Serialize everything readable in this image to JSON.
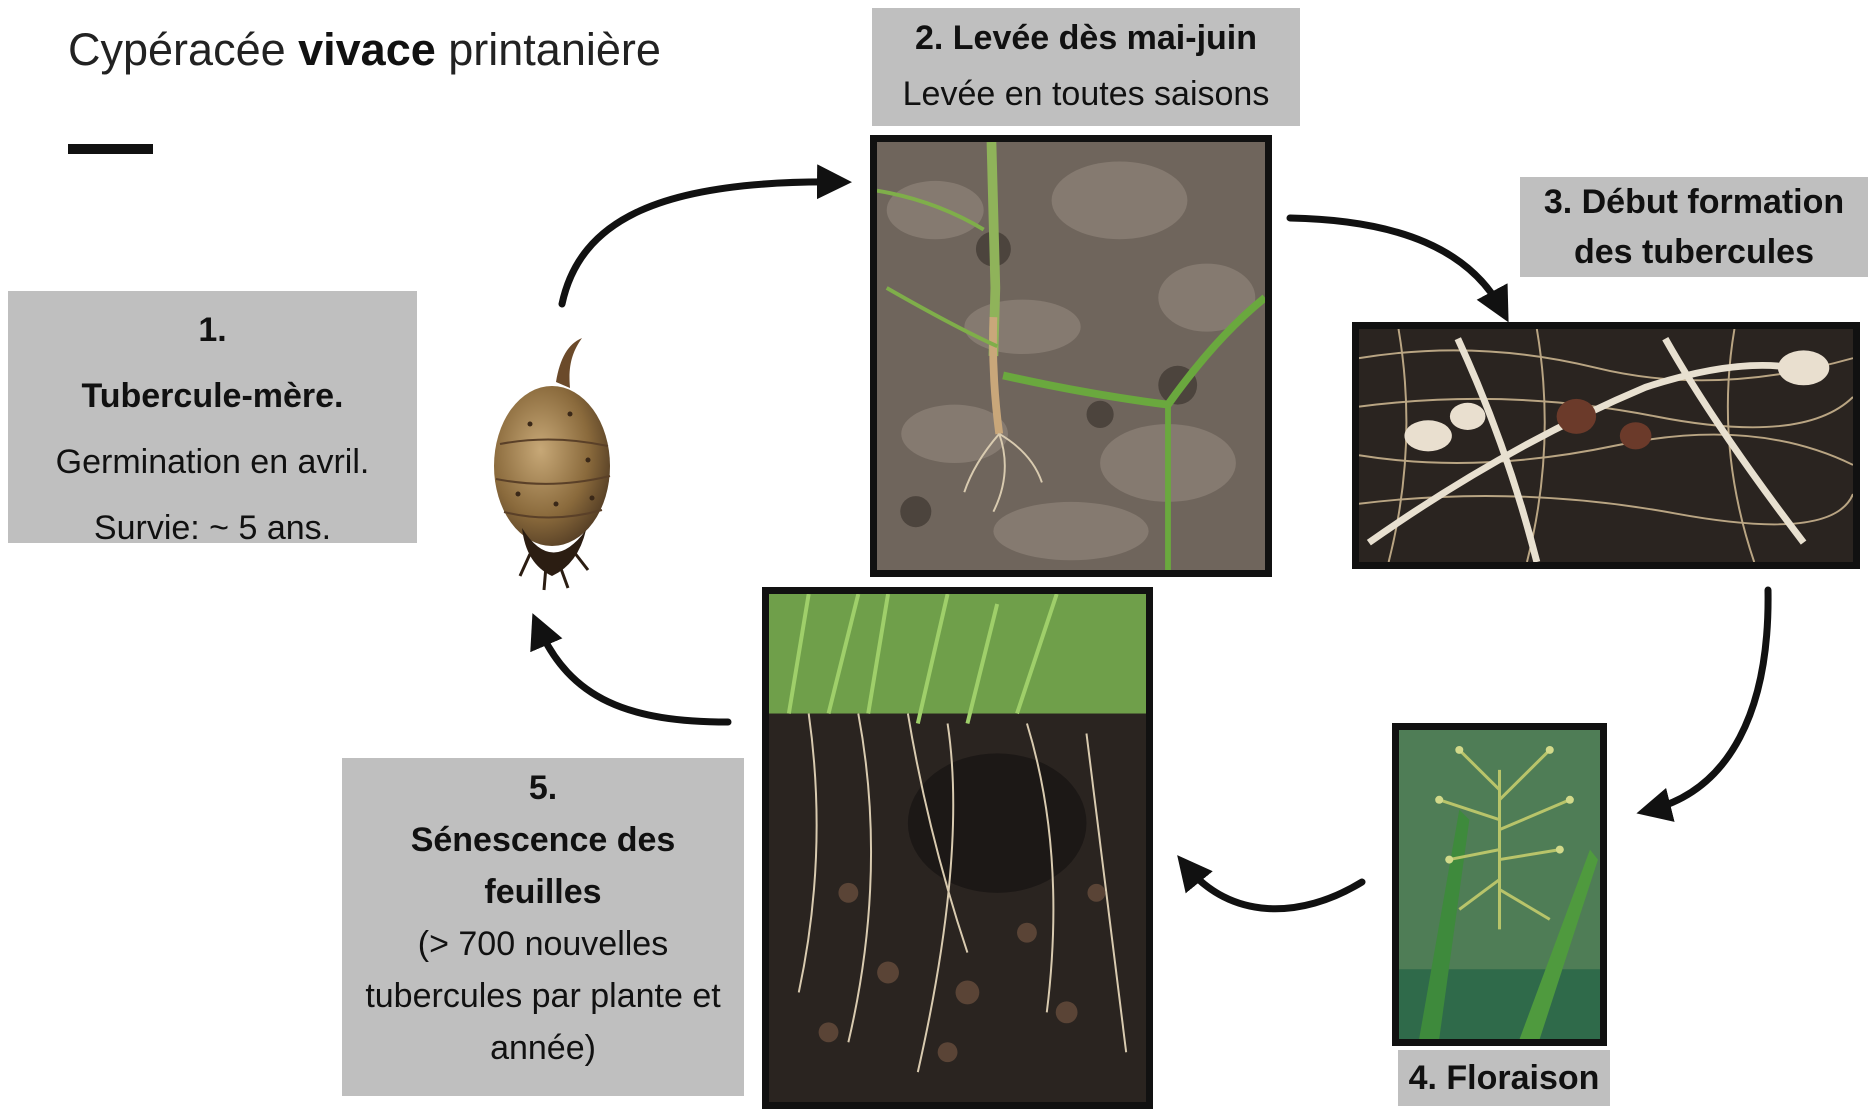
{
  "header": {
    "title_part1": "Cypéracée ",
    "title_bold": "vivace",
    "title_part2": " printanière"
  },
  "stages": {
    "s1": {
      "number": "1.",
      "name": "Tubercule-mère.",
      "line1": "Germination en avril.",
      "line2": "Survie: ~ 5 ans."
    },
    "s2": {
      "name": "2. Levée dès mai-juin",
      "sub": "Levée en toutes saisons"
    },
    "s3": {
      "line1": "3. Début formation",
      "line2": "des tubercules"
    },
    "s4": {
      "name": "4. Floraison"
    },
    "s5": {
      "number": "5.",
      "name_line1": "Sénescence des",
      "name_line2": "feuilles",
      "note_line1": "(> 700 nouvelles",
      "note_line2": "tubercules par plante et",
      "note_line3": "année)"
    }
  },
  "colors": {
    "label_bg": "#bfbfbf",
    "arrow": "#111111",
    "soil": "#6f655c",
    "dark_soil": "#2a2420",
    "grass": "#5f9a3a",
    "root": "#d9cbb0",
    "tuber": "#8a6a3c"
  },
  "icons": {
    "arrow": "curved-arrow-icon"
  }
}
